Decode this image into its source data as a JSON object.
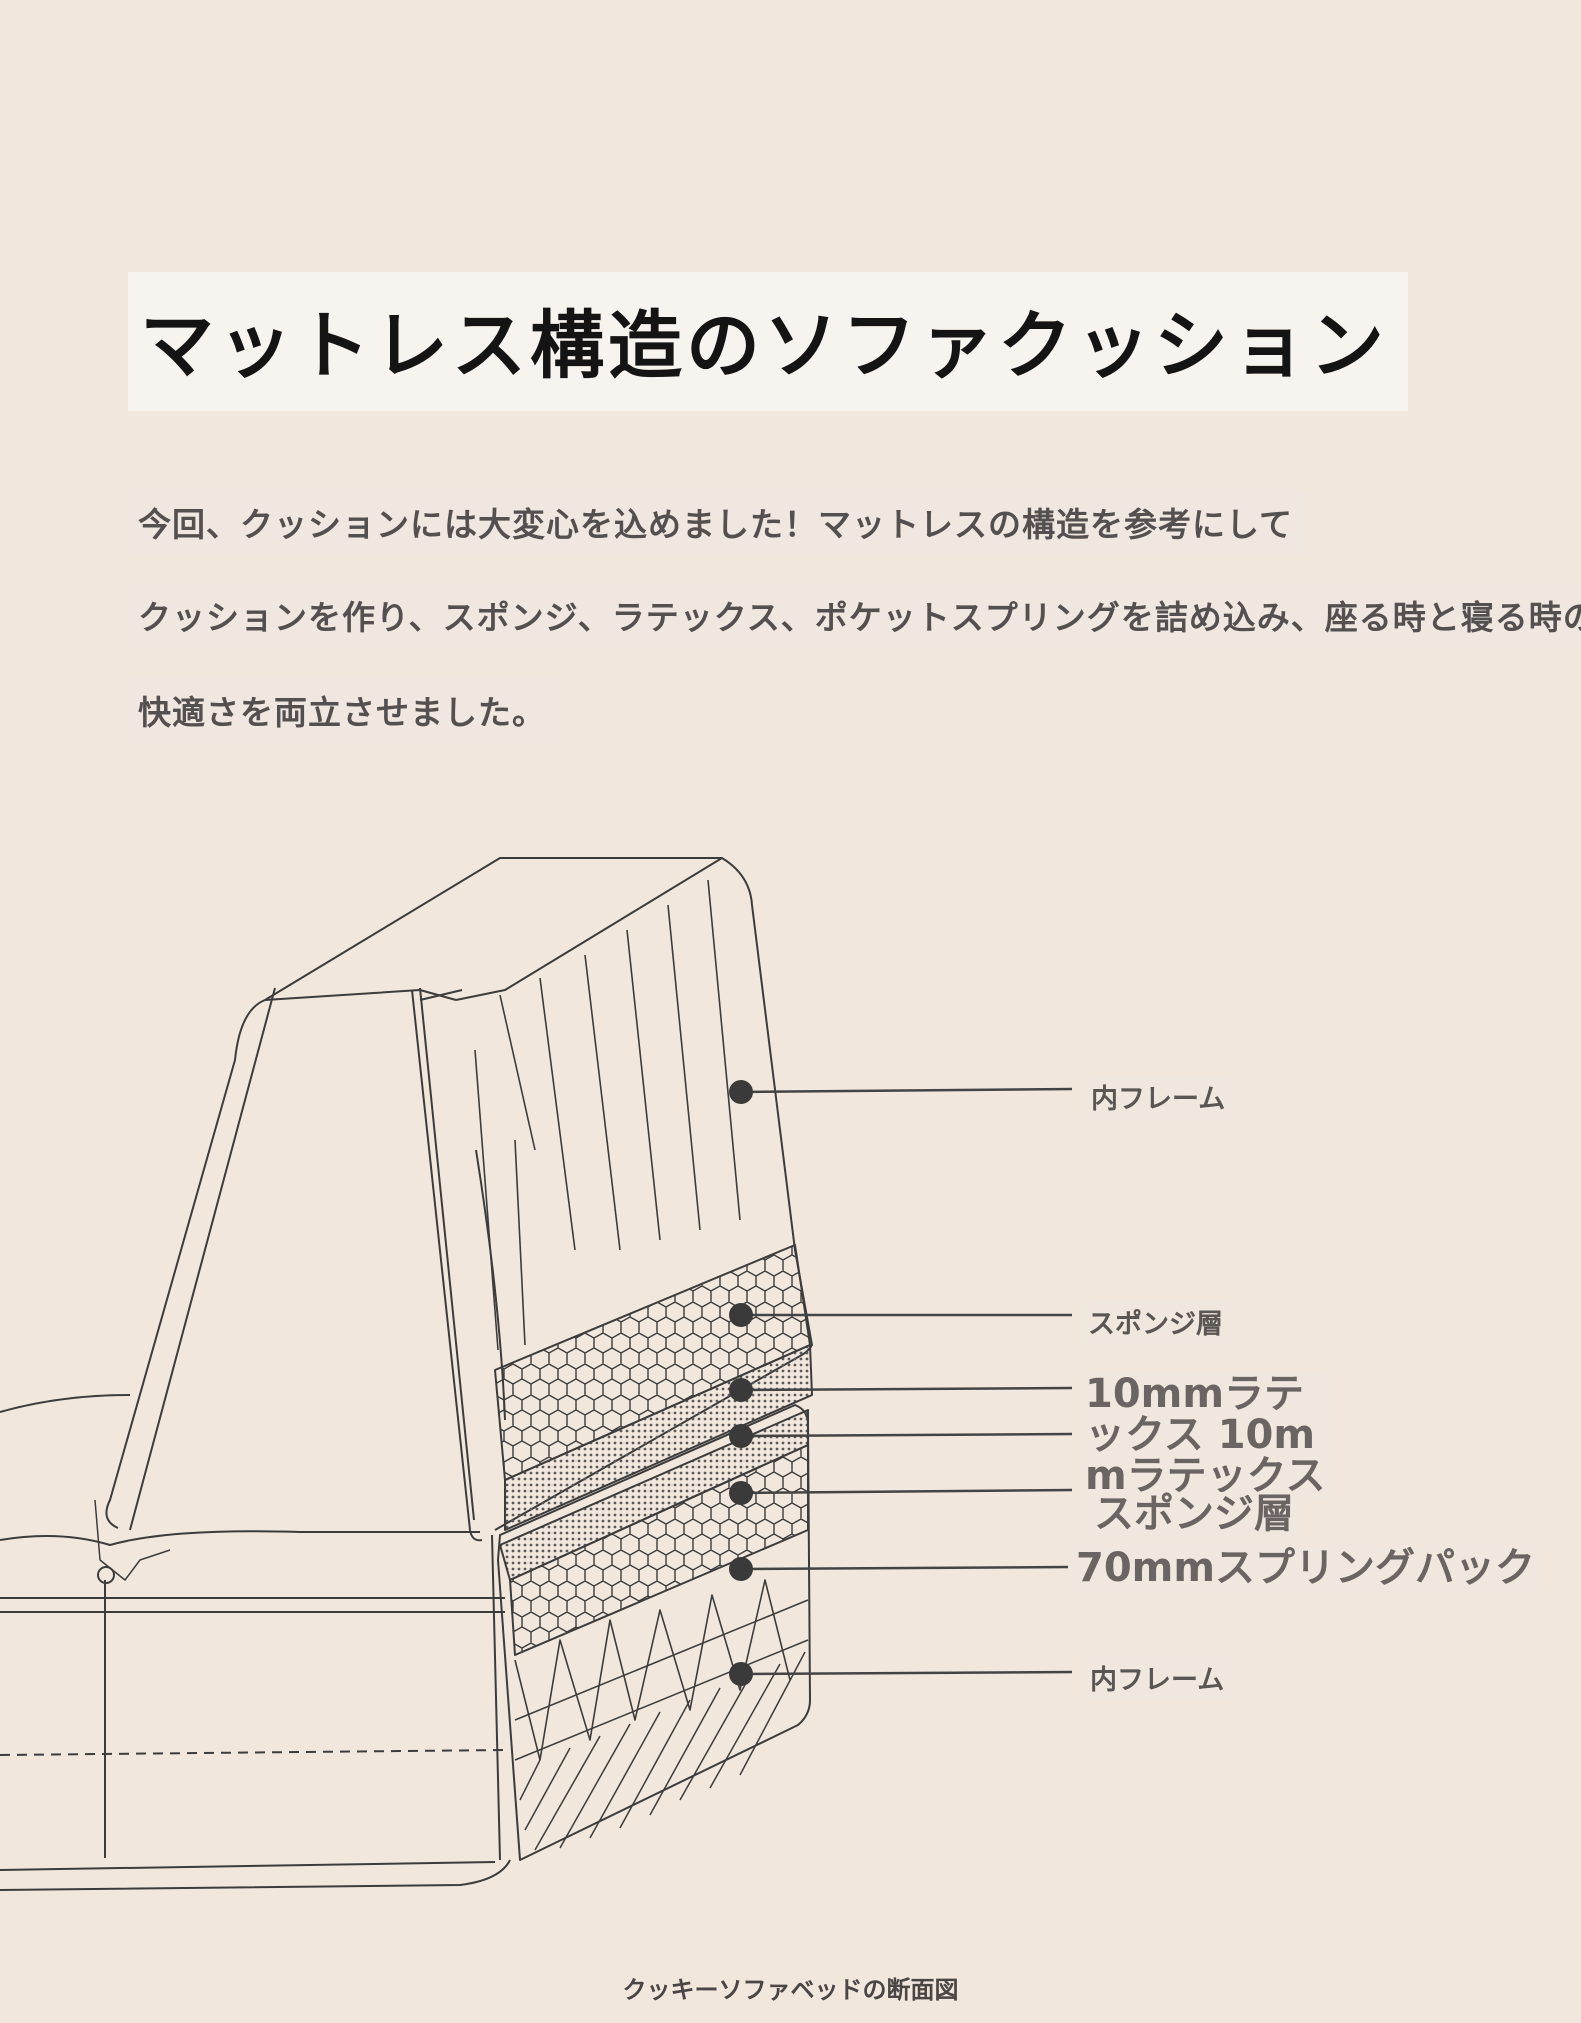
{
  "title": "マットレス構造のソファクッション",
  "paragraph": [
    "今回、クッションには大変心を込めました！マットレスの構造を参考にして",
    "クッションを作り、スポンジ、ラテックス、ポケットスプリングを詰め込み、座る時と寝る時の",
    "快適さを両立させました。"
  ],
  "labels": {
    "inner_frame_top": "内フレーム",
    "sponge_layer_1": "スポンジ層",
    "latex": "10mmラテックス 10mmラテックス",
    "latex_lines": [
      "10mmラテ",
      "ックス 10m",
      "mラテックス"
    ],
    "sponge_layer_2": "スポンジ層",
    "spring_pack": "70mmスプリングパック",
    "inner_frame_bottom": "内フレーム"
  },
  "caption": "クッキーソファベッドの断面図"
}
